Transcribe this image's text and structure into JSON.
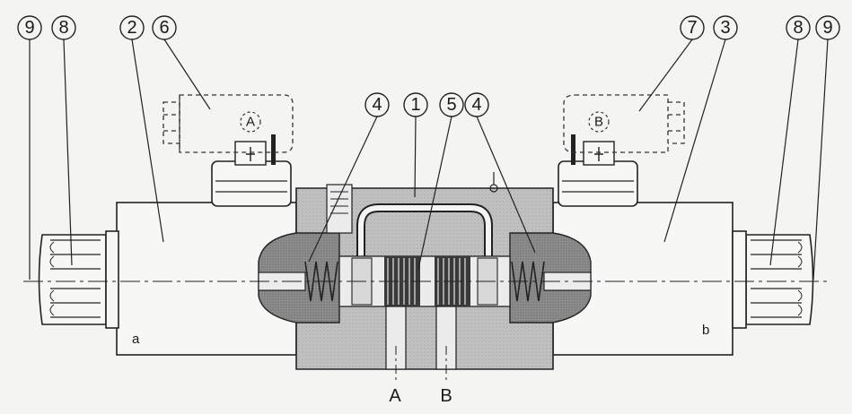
{
  "callouts": {
    "n9": "9",
    "n8": "8",
    "n2": "2",
    "n6": "6",
    "n4": "4",
    "n1": "1",
    "n5": "5",
    "n7": "7",
    "n3": "3"
  },
  "ports": {
    "a_port": "A",
    "b_port": "B"
  },
  "sides": {
    "left": "a",
    "right": "b"
  },
  "coils": {
    "left": "A",
    "right": "B"
  },
  "colors": {
    "line": "#222222",
    "housing_fill": "#f7f7f5",
    "body_fill": "#bdbdbd",
    "cut_fill": "#8a8a8a",
    "spool_fill": "#e8e8e8"
  }
}
